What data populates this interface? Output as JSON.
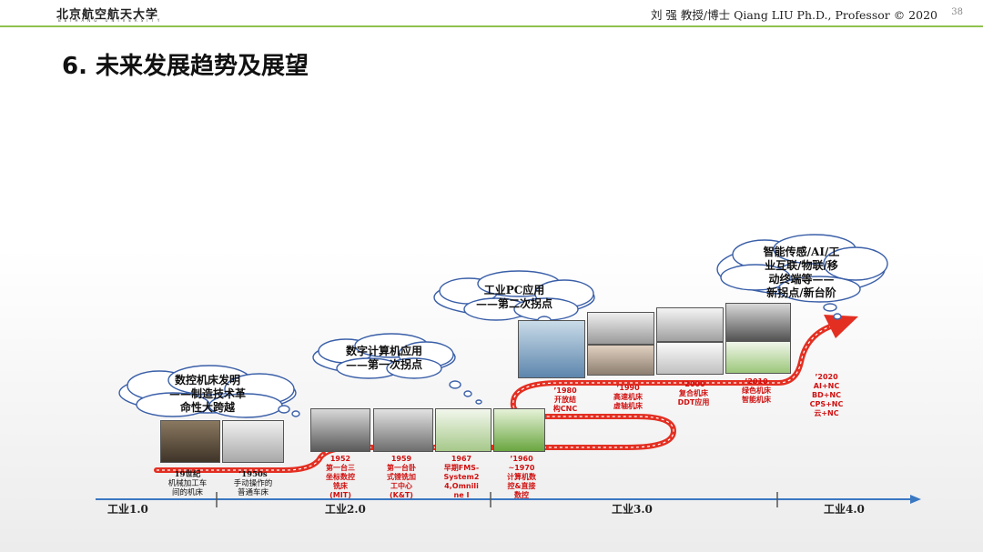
{
  "header": {
    "logo": "北京航空航天大学",
    "logo_sub": "BEIHANG UNIVERSITY",
    "author": "刘 强 教授/博士 Qiang LIU Ph.D., Professor © 2020",
    "page": "38"
  },
  "title": "6. 未来发展趋势及展望",
  "clouds": [
    {
      "lines": [
        "数控机床发明",
        "——制造技术革",
        "命性大跨越"
      ]
    },
    {
      "lines": [
        "数字计算机应用",
        "——第一次拐点"
      ]
    },
    {
      "lines": [
        "工业PC应用",
        "——第二次拐点"
      ]
    },
    {
      "lines": [
        "智能传感/AI/工",
        "业互联/物联/移",
        "动终端等——",
        "新拐点/新台阶"
      ]
    }
  ],
  "milestones_dark": [
    {
      "lines": [
        "19世纪",
        "机械加工车",
        "间的机床"
      ]
    },
    {
      "lines": [
        "’1950s",
        "手动操作的",
        "普通车床"
      ]
    }
  ],
  "milestones_red": [
    {
      "lines": [
        "1952",
        "第一台三",
        "坐标数控",
        "铣床",
        "(MIT)"
      ]
    },
    {
      "lines": [
        "1959",
        "第一台卧",
        "式镗铣加",
        "工中心",
        "(K&T)"
      ]
    },
    {
      "lines": [
        "1967",
        "早期FMS-",
        "System2",
        "4,Omnili",
        "ne I"
      ]
    },
    {
      "lines": [
        "’1960",
        "~1970",
        "计算机数",
        "控&直接",
        "数控"
      ]
    },
    {
      "lines": [
        "’1980",
        "开放结",
        "构CNC"
      ]
    },
    {
      "lines": [
        "’1990",
        "高速机床",
        "虚轴机床"
      ]
    },
    {
      "lines": [
        "’2000",
        "复合机床",
        "DDT应用"
      ]
    },
    {
      "lines": [
        "’2010",
        "绿色机床",
        "智能机床"
      ]
    },
    {
      "lines": [
        "’2020",
        "AI+NC",
        "BD+NC",
        "CPS+NC",
        "云+NC"
      ]
    }
  ],
  "eras": [
    "工业1.0",
    "工业2.0",
    "工业3.0",
    "工业4.0"
  ]
}
